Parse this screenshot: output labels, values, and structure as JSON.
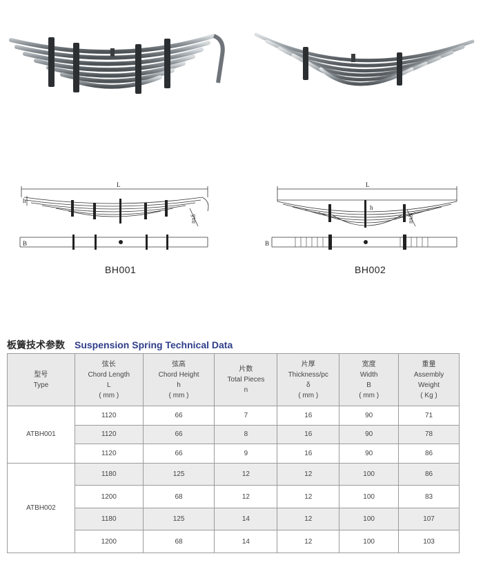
{
  "diagrams": {
    "a_label": "BH001",
    "b_label": "BH002",
    "dim_chord_length": "L",
    "dim_chord_height": "h",
    "dim_thickness_a": "nxδ",
    "dim_thickness_b": "nxδ",
    "dim_width": "B"
  },
  "section": {
    "title_zh": "板簧技术参数",
    "title_en": "Suspension Spring Technical Data"
  },
  "table": {
    "headers": [
      {
        "zh": "型号",
        "en": "Type",
        "sym": "",
        "unit": ""
      },
      {
        "zh": "弦长",
        "en": "Chord Length",
        "sym": "L",
        "unit": "( mm )"
      },
      {
        "zh": "弦高",
        "en": "Chord Height",
        "sym": "h",
        "unit": "( mm )"
      },
      {
        "zh": "片数",
        "en": "Total Pieces",
        "sym": "n",
        "unit": ""
      },
      {
        "zh": "片厚",
        "en": "Thickness/pc",
        "sym": "δ",
        "unit": "( mm )"
      },
      {
        "zh": "宽度",
        "en": "Width",
        "sym": "B",
        "unit": "( mm )"
      },
      {
        "zh": "重量",
        "en": "Assembly",
        "sym": "Weight",
        "unit": "( Kg )"
      }
    ],
    "groups": [
      {
        "type": "ATBH001",
        "rows": [
          [
            "1120",
            "66",
            "7",
            "16",
            "90",
            "71"
          ],
          [
            "1120",
            "66",
            "8",
            "16",
            "90",
            "78"
          ],
          [
            "1120",
            "66",
            "9",
            "16",
            "90",
            "86"
          ]
        ]
      },
      {
        "type": "ATBH002",
        "rows": [
          [
            "1180",
            "125",
            "12",
            "12",
            "100",
            "86"
          ],
          [
            "1200",
            "68",
            "12",
            "12",
            "100",
            "83"
          ],
          [
            "1180",
            "125",
            "14",
            "12",
            "100",
            "107"
          ],
          [
            "1200",
            "68",
            "14",
            "12",
            "100",
            "103"
          ]
        ]
      }
    ]
  }
}
